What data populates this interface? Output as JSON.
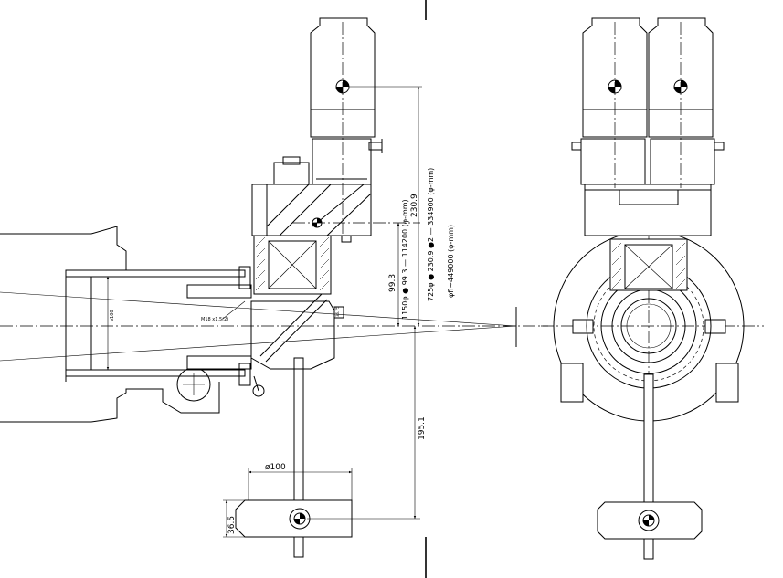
{
  "drawing": {
    "dimensions": {
      "d100": "ø100",
      "d36_5": "36.5",
      "d195_1": "195.1",
      "d99_3": "99.3",
      "d230_9": "230.9",
      "formula_1": "1150φ ● 99.3 — 114200 (φ-mm)",
      "formula_2": "725φ ● 230.9 ●2 — 334900 (φ-mm)",
      "formula_3": "φfl~449000 (φ-mm)",
      "small_phi": "ø100",
      "small_note": "M18 x1.5(2)",
      "small_dim": "36.75"
    }
  }
}
